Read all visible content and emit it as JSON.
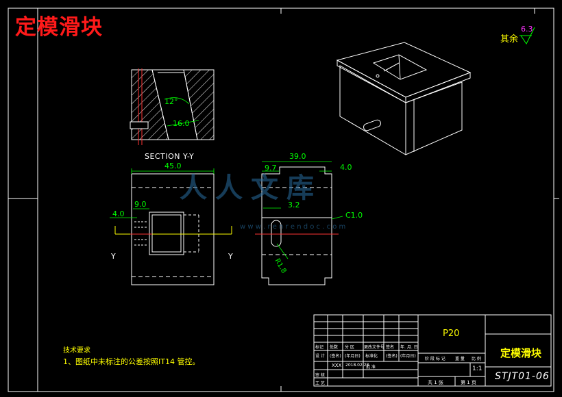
{
  "drawing_title": "定模滑块",
  "roughness": {
    "label": "其余",
    "value": "6.3"
  },
  "section": {
    "name": "SECTION Y-Y",
    "angle": "12°",
    "width_dim": "16.0"
  },
  "front_view": {
    "width_dim": "45.0",
    "offset_dim": "9.0",
    "left_dim": "4.0",
    "cut_label_left": "Y",
    "cut_label_right": "Y"
  },
  "side_view": {
    "total_dim": "39.0",
    "left_dim": "9.7",
    "right_dim": "4.0",
    "hole_dim": "3.2",
    "chamfer": "C1.0",
    "radius": "R1.8"
  },
  "tech_requirements": {
    "heading": "技术要求",
    "item1": "1、图纸中未标注的公差按照IT14 管控。"
  },
  "title_block": {
    "material": "P20",
    "part_name": "定模滑块",
    "drawing_no": "STJT01-06",
    "scale": "1:1",
    "designer": "XXX",
    "date": "2018.02.28",
    "sheet_total": "共 1 张",
    "sheet_no": "第 1 页",
    "header_cells": [
      "标记",
      "处数",
      "分 区",
      "更改文件号",
      "签名",
      "年. 月. 日"
    ],
    "row2_cells": [
      "设 计",
      "(签名)",
      "(年月日)",
      "标准化",
      "(签名)",
      "(年月日)"
    ],
    "stage_cells": [
      "阶 段 标 记",
      "重 量",
      "比 例"
    ],
    "row_review": "审 核",
    "row_process": "工 艺",
    "row_approve": "批 准"
  },
  "watermark": {
    "text": "人人文库",
    "url": "w w w . r e n r e n d o c . c o m"
  },
  "colors": {
    "line": "#ffffff",
    "dim": "#00ff00",
    "title": "#ff1a1a",
    "border": "#ffffff",
    "yellow": "#ffff00"
  }
}
